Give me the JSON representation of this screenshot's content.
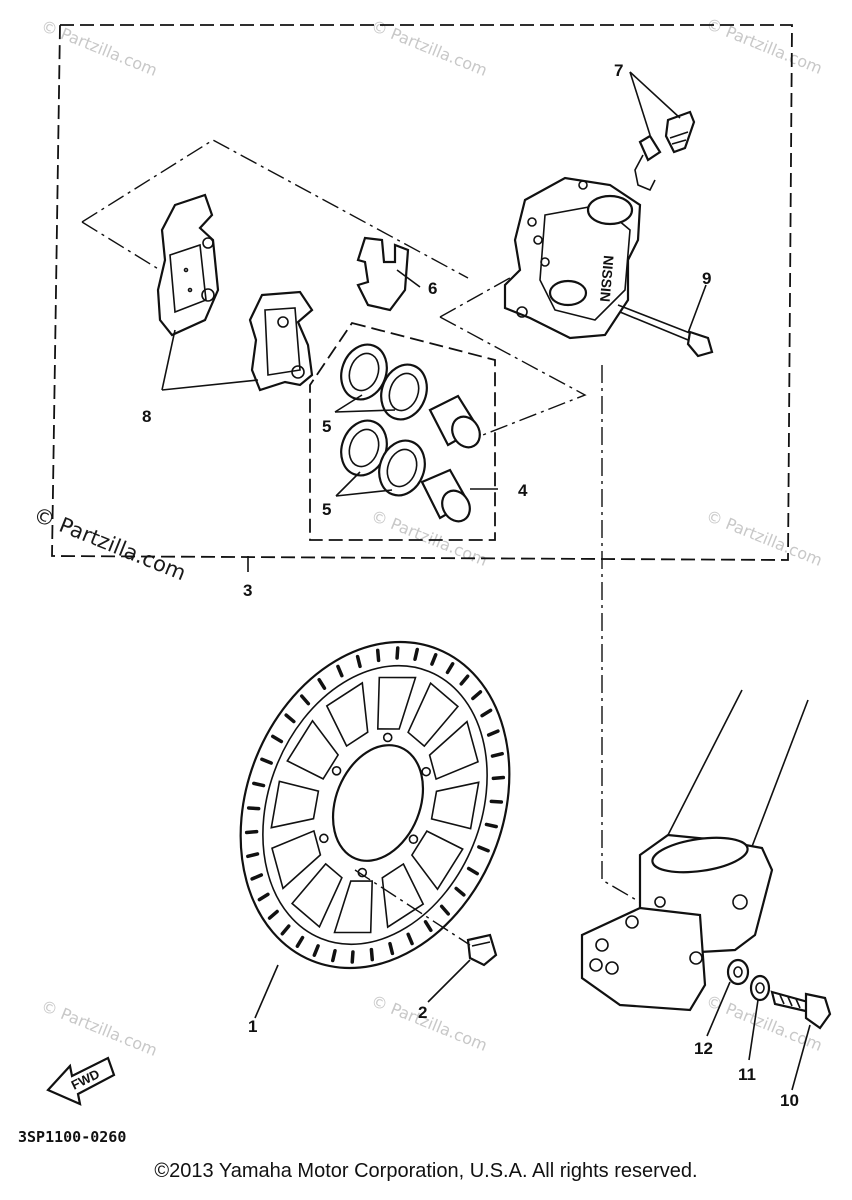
{
  "callouts": {
    "c1": "1",
    "c2": "2",
    "c3": "3",
    "c4": "4",
    "c5a": "5",
    "c5b": "5",
    "c6": "6",
    "c7": "7",
    "c8": "8",
    "c9": "9",
    "c10": "10",
    "c11": "11",
    "c12": "12"
  },
  "caliper_text": "NISSIN",
  "fwd_label": "FWD",
  "diagram_code": "3SP1100-0260",
  "watermark": {
    "small": "© Partzilla.com",
    "large": "© Partzilla.com"
  },
  "copyright": "©2013 Yamaha Motor Corporation, U.S.A. All rights reserved."
}
